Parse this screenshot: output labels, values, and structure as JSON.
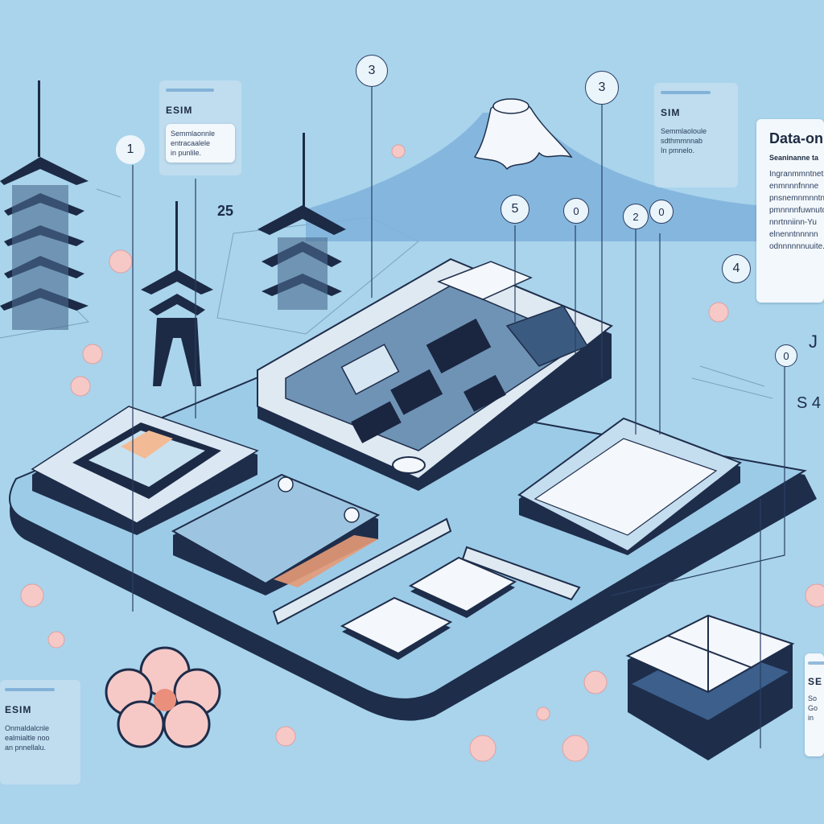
{
  "cards": {
    "esim_top": {
      "title": "ESIM",
      "body": "Semmlaonnle\nentracaalele\nin punlile."
    },
    "sim_right": {
      "title": "SIM",
      "body": "Semmlaoloule\nsdthmmnnab\nIn pmnelo."
    },
    "data_on": {
      "title": "Data-on",
      "subtitle": "Seaninanne ta",
      "body": "Ingranmmntnetn\nenmnnnfnnne\npnsnemnmnntne\npmnnnnfuwnutc\nnnrtnniinn-Yu\nelnenntnnnnn\nodnnnnnnuuite."
    },
    "esim_bottom": {
      "title": "ESIM",
      "body": "Onmaldalcnle\nealmialtle noo\nan pnnellalu."
    },
    "se_right": {
      "title": "SE",
      "body": "So\nGo\nin"
    }
  },
  "markers": {
    "m1": "1",
    "m3a": "3",
    "m3b": "3",
    "m25": "25",
    "m5": "5",
    "m0a": "0",
    "m2": "2",
    "m0b": "0",
    "m4": "4",
    "m0c": "0",
    "j": "J",
    "s4": "S 4"
  },
  "colors": {
    "background": "#a9d4ec",
    "board": "#8ec3e2",
    "board_edge": "#1e2d4a",
    "dark_navy": "#1c2a45",
    "blossom": "#f6c9c7",
    "chip_orange": "#f2bb95"
  }
}
